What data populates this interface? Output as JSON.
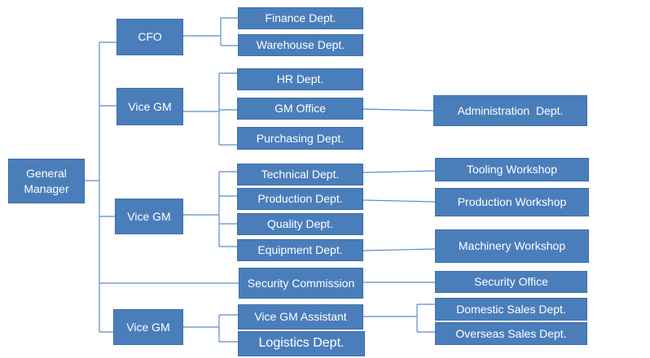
{
  "org_chart": {
    "root": {
      "line1": "General",
      "line2": "Manager"
    },
    "cfo": {
      "label": "CFO",
      "children": [
        "Finance Dept.",
        "Warehouse Dept."
      ]
    },
    "vice_gm_1": {
      "label": "Vice GM",
      "children": [
        "HR Dept.",
        "GM Office",
        "Purchasing Dept."
      ],
      "gm_office_child": "Administration  Dept."
    },
    "vice_gm_2": {
      "label": "Vice GM",
      "children": [
        "Technical Dept.",
        "Production Dept.",
        "Quality Dept.",
        "Equipment Dept."
      ],
      "workshops": [
        "Tooling Workshop",
        "Production Workshop",
        "Machinery Workshop"
      ]
    },
    "security": {
      "label": "Security Commission",
      "child": "Security Office"
    },
    "vice_gm_3": {
      "label": "Vice GM",
      "children": [
        "Vice GM Assistant",
        "Logistics Dept."
      ],
      "assistant_children": [
        "Domestic Sales Dept.",
        "Overseas Sales Dept."
      ]
    }
  },
  "colors": {
    "box_fill": "#4a7ebb",
    "box_border": "#3f6ea6",
    "connector": "#5b8cc7",
    "text": "#ffffff"
  }
}
